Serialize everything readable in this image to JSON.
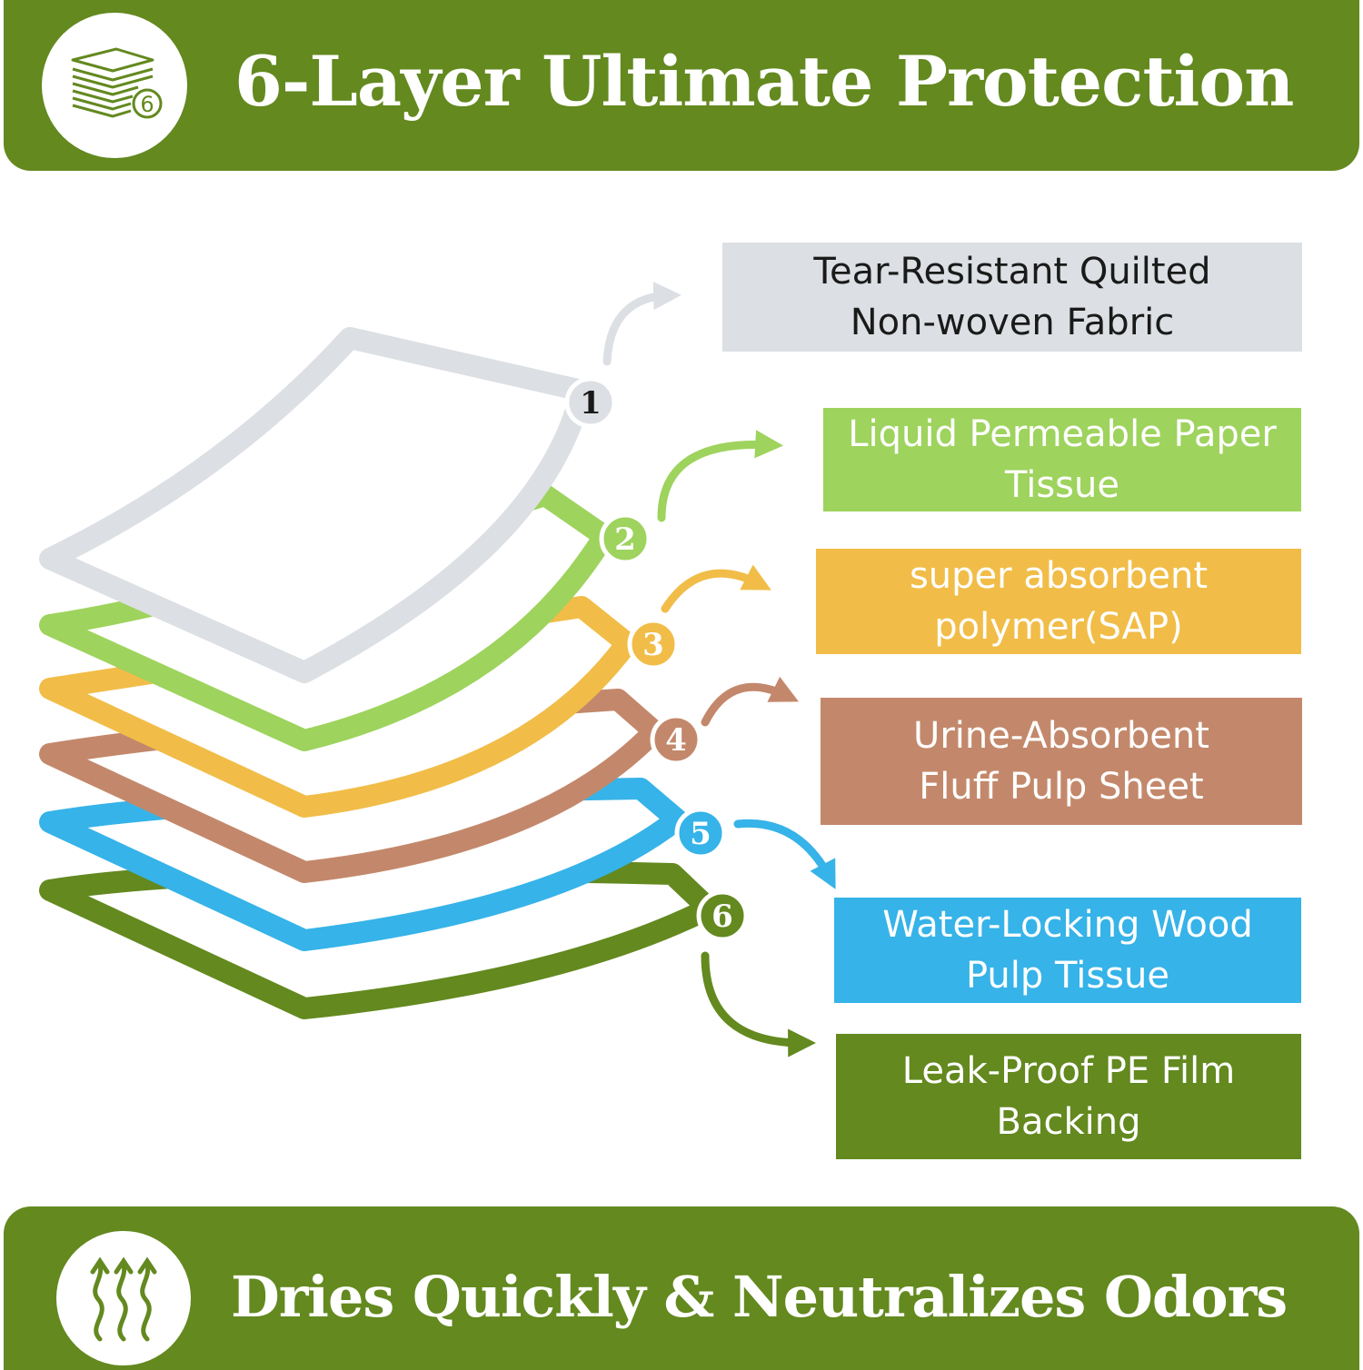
{
  "header": {
    "title": "6-Layer Ultimate Protection",
    "icon": "layer-stack-6-icon",
    "icon_number": "6"
  },
  "layers": [
    {
      "number": "1",
      "label": "Tear-Resistant Quilted\nNon-woven Fabric",
      "color": "#dcdfe3",
      "text_color": "#1a1a1a"
    },
    {
      "number": "2",
      "label": "Liquid Permeable Paper\nTissue",
      "color": "#9ed35d",
      "text_color": "#ffffff"
    },
    {
      "number": "3",
      "label": "super absorbent\npolymer(SAP)",
      "color": "#f1bd48",
      "text_color": "#ffffff"
    },
    {
      "number": "4",
      "label": "Urine-Absorbent\nFluff Pulp Sheet",
      "color": "#c3886b",
      "text_color": "#ffffff"
    },
    {
      "number": "5",
      "label": "Water-Locking Wood\nPulp Tissue",
      "color": "#36b3e8",
      "text_color": "#ffffff"
    },
    {
      "number": "6",
      "label": "Leak-Proof PE Film\nBacking",
      "color": "#63891f",
      "text_color": "#ffffff"
    }
  ],
  "footer": {
    "title": "Dries Quickly & Neutralizes Odors",
    "icon": "rising-vapor-icon"
  },
  "colors": {
    "brand_green": "#63891f",
    "background": "#ffffff"
  }
}
